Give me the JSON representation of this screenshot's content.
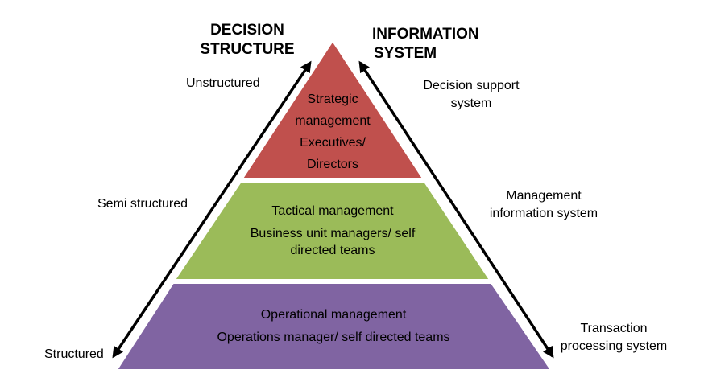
{
  "headings": {
    "decision_line1": "DECISION",
    "decision_line2": "STRUCTURE",
    "information_line1": "INFORMATION",
    "information_line2": "SYSTEM"
  },
  "left_labels": {
    "top": "Unstructured",
    "middle": "Semi structured",
    "bottom": "Structured"
  },
  "right_labels": {
    "top_line1": "Decision support",
    "top_line2": "system",
    "middle_line1": "Management",
    "middle_line2": "information system",
    "bottom_line1": "Transaction",
    "bottom_line2": "processing system"
  },
  "tiers": {
    "strategic": {
      "line1": "Strategic",
      "line2": "management",
      "line3": "Executives/",
      "line4": "Directors",
      "color": "#c0504d"
    },
    "tactical": {
      "line1": "Tactical management",
      "line2": "Business unit managers/ self",
      "line3": "directed teams",
      "color": "#9bbb59"
    },
    "operational": {
      "line1": "Operational management",
      "line2": "Operations manager/ self directed teams",
      "color": "#8064a2"
    }
  }
}
